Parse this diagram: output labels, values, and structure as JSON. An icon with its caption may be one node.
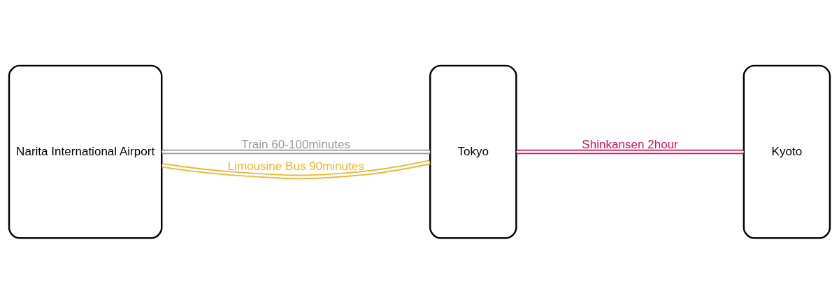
{
  "diagram": {
    "nodes": [
      {
        "text": [
          "Narita International Airport"
        ]
      },
      {
        "text": [
          "Tokyo"
        ]
      },
      {
        "text": [
          "Kyoto"
        ]
      }
    ],
    "edges": [
      {
        "from": 0,
        "to": 1,
        "arrow": "none",
        "label": "Train 60-100minutes",
        "color": "#999999"
      },
      {
        "from": 0,
        "to": 1,
        "arrow": "none",
        "label": "Limousine Bus 90minutes",
        "color": "#eeb531"
      },
      {
        "from": 1,
        "to": 2,
        "arrow": "none",
        "label": "Shinkansen 2hour",
        "color": "#cc1458"
      }
    ]
  }
}
